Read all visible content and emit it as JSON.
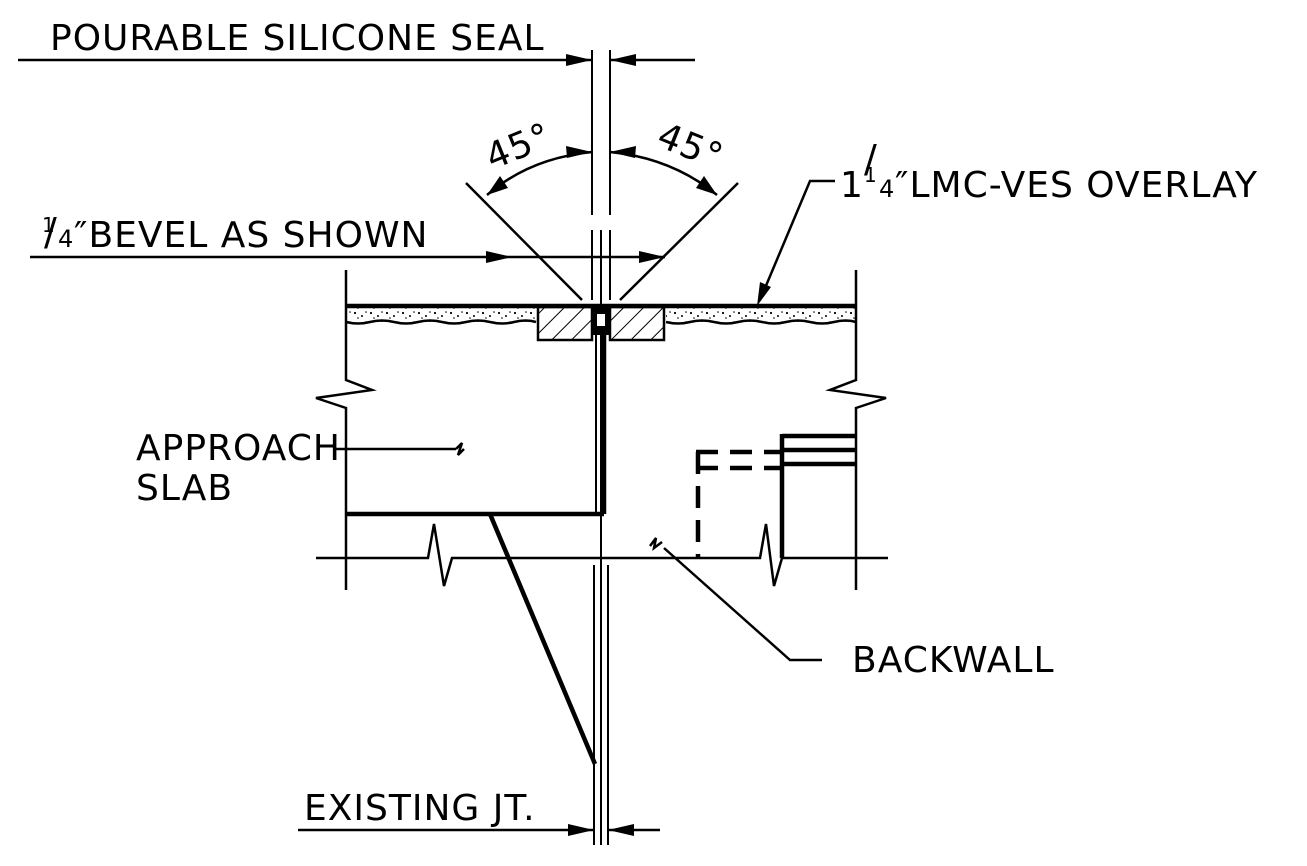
{
  "labels": {
    "seal": "POURABLE SILICONE SEAL",
    "angle_left": "45°",
    "angle_right": "45°",
    "overlay_whole": "1",
    "overlay_num": "1",
    "overlay_den": "4",
    "overlay_rest": "″LMC-VES OVERLAY",
    "bevel_num": "1",
    "bevel_den": "4",
    "bevel_rest": "″BEVEL AS SHOWN",
    "approach_line1": "APPROACH",
    "approach_line2": "SLAB",
    "backwall": "BACKWALL",
    "existing_jt": "EXISTING JT."
  }
}
